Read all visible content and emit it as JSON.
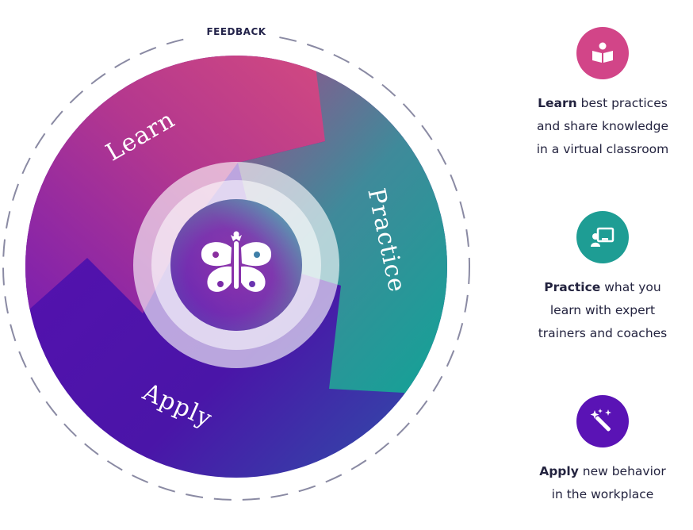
{
  "cycle": {
    "feedback_label": "FEEDBACK",
    "segments": [
      {
        "label": "Learn"
      },
      {
        "label": "Practice"
      },
      {
        "label": "Apply"
      }
    ]
  },
  "steps": [
    {
      "icon": "book-reader-icon",
      "color": "#d24588",
      "bold": "Learn",
      "line1_rest": " best practices",
      "line2": "and share knowledge",
      "line3": "in a virtual classroom"
    },
    {
      "icon": "presentation-board-icon",
      "color": "#1e9d94",
      "bold": "Practice",
      "line1_rest": " what you",
      "line2": "learn with expert",
      "line3": "trainers and coaches"
    },
    {
      "icon": "magic-wand-icon",
      "color": "#5a13b5",
      "bold": "Apply",
      "line1_rest": " new behavior",
      "line2": "in the workplace"
    }
  ],
  "colors": {
    "learn": "#cf4283",
    "practice": "#12a69a",
    "apply": "#4f0fae",
    "feedback_ring": "#8a8aa3"
  }
}
